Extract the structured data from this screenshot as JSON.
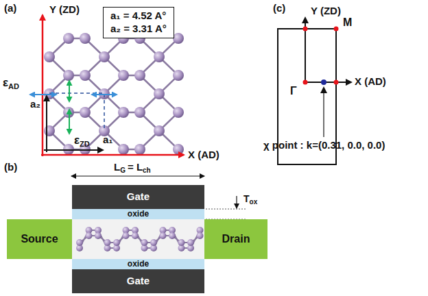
{
  "diagram": {
    "nodes": [
      {
        "text": [
          "a₁ = 4.52 A°",
          "a₂ = 3.31 A°"
        ]
      },
      {
        "text": [
          "Gate"
        ]
      },
      {
        "text": [
          "oxide"
        ]
      },
      {
        "text": [
          "Source"
        ]
      },
      {
        "text": [
          "Drain"
        ]
      },
      {
        "text": [
          "oxide"
        ]
      },
      {
        "text": [
          "Gate"
        ]
      }
    ],
    "labels": [
      "(a)",
      "Y (ZD)",
      "X (AD)",
      "a₁",
      "a₂",
      "ε",
      "AD",
      "ε",
      "ZD",
      "(c)",
      "Y (ZD)",
      "X (AD)",
      "M",
      "Γ",
      "χ point : k=(0.31, 0.0, 0.0)",
      "(b)",
      "L",
      "G",
      "= L",
      "ch",
      "T",
      "ox"
    ]
  }
}
